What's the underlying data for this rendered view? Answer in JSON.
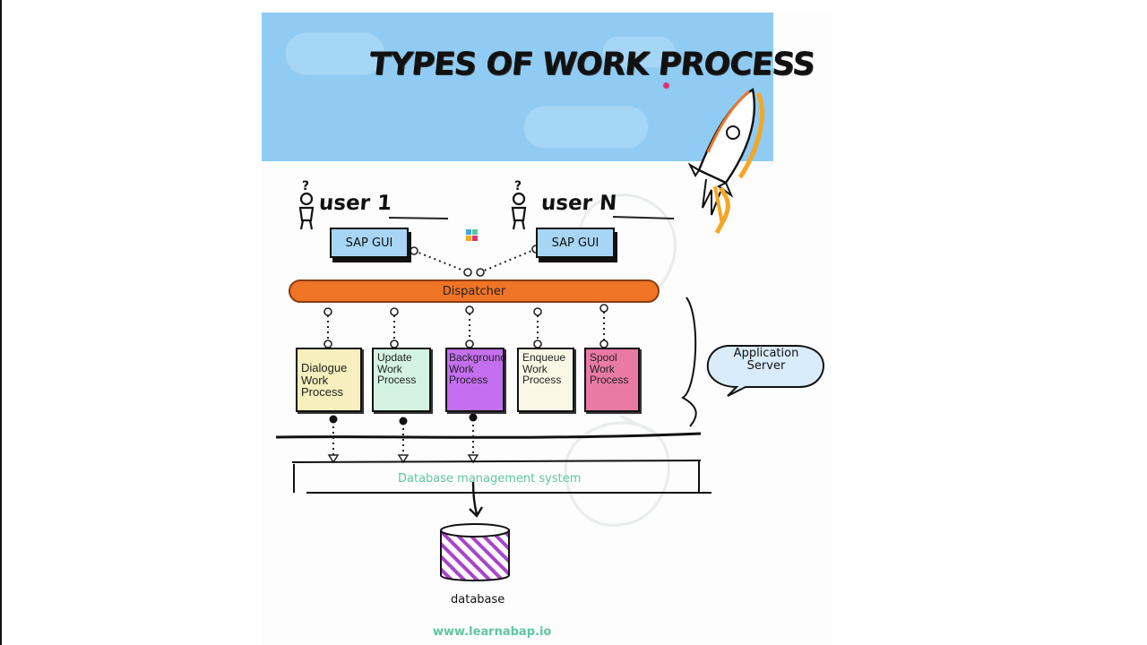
{
  "title": "TYPES OF WORK PROCESS",
  "users": [
    {
      "label": "user 1",
      "gui": "SAP GUI"
    },
    {
      "label": "user N",
      "gui": "SAP GUI"
    }
  ],
  "dispatcher": "Dispatcher",
  "work_processes": [
    {
      "lines": [
        "Dialogue",
        "Work",
        "Process"
      ],
      "color": "#f7efbd"
    },
    {
      "lines": [
        "Update",
        "Work",
        "Process"
      ],
      "color": "#d4f3e2"
    },
    {
      "lines": [
        "Background",
        "Work",
        "Process"
      ],
      "color": "#c46ef0"
    },
    {
      "lines": [
        "Enqueue",
        "Work",
        "Process"
      ],
      "color": "#fbf7e6"
    },
    {
      "lines": [
        "Spool",
        "Work",
        "Process"
      ],
      "color": "#e97aa3"
    }
  ],
  "application_server": [
    "Application",
    "Server"
  ],
  "dbms": "Database management system",
  "database": "database",
  "footer": "www.learnabap.io",
  "colors": {
    "sky": "#8fcbf2",
    "dispatcher": "#ef7426",
    "db_stripes": "#a845c9",
    "accent_green": "#5fc7a0",
    "rocket_flame": "#f5a623"
  },
  "icons": [
    "user-figure-icon",
    "logo-grid-icon",
    "rocket-icon",
    "database-cylinder-icon"
  ]
}
